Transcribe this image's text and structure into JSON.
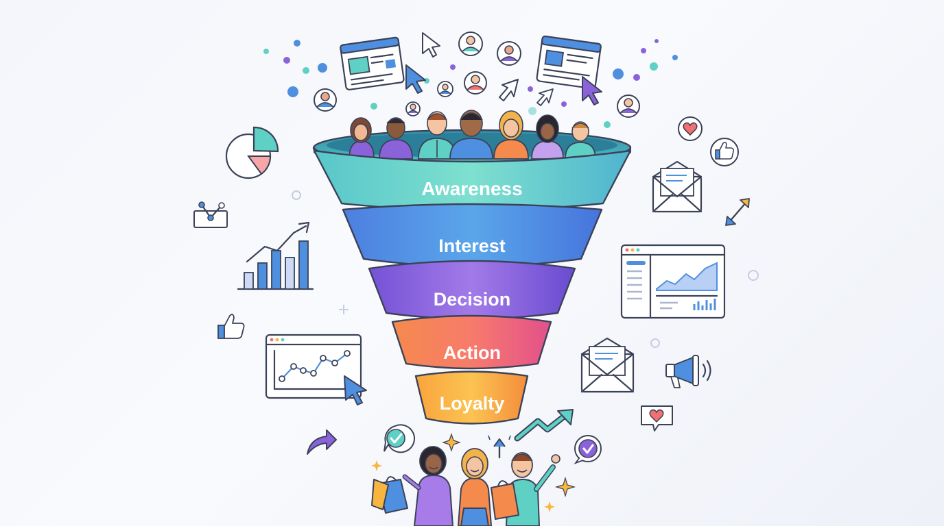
{
  "funnel": {
    "stages": [
      {
        "label": "Awareness",
        "color": "#5fd0c4"
      },
      {
        "label": "Interest",
        "color": "#4f8fe0"
      },
      {
        "label": "Decision",
        "color": "#8a63db"
      },
      {
        "label": "Action",
        "color": "#f2706f"
      },
      {
        "label": "Loyalty",
        "color": "#f8b540"
      }
    ]
  },
  "icons": [
    "pie-chart-icon",
    "folder-network-icon",
    "growth-bar-chart-icon",
    "thumbs-up-icon",
    "analytics-window-icon",
    "browser-window-icon",
    "cursor-icon",
    "user-avatar-icon",
    "heart-icon",
    "envelope-icon",
    "dashboard-window-icon",
    "megaphone-icon",
    "heart-chat-icon",
    "checkmark-badge-icon",
    "trend-arrow-icon",
    "shopping-bag-icon",
    "sparkle-icon",
    "double-arrow-icon",
    "share-arrow-icon"
  ],
  "palette": {
    "outline": "#3b4258",
    "teal": "#5fd0c4",
    "blue": "#4f8fe0",
    "purple": "#8a63db",
    "coral": "#f2706f",
    "amber": "#f8b540"
  }
}
